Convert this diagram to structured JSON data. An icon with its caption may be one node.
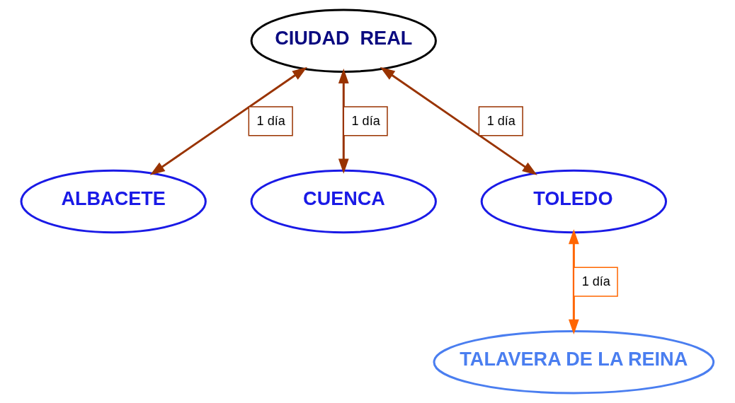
{
  "diagram": {
    "nodes": [
      {
        "text": [
          "CIUDAD  REAL"
        ]
      },
      {
        "text": [
          "ALBACETE"
        ]
      },
      {
        "text": [
          "CUENCA"
        ]
      },
      {
        "text": [
          "TOLEDO"
        ]
      },
      {
        "text": [
          "TALAVERA DE LA REINA"
        ]
      }
    ],
    "edges": [
      {
        "from": 0,
        "to": 1,
        "arrow": "both",
        "label": "1 día"
      },
      {
        "from": 0,
        "to": 2,
        "arrow": "both",
        "label": "1 día"
      },
      {
        "from": 0,
        "to": 3,
        "arrow": "both",
        "label": "1 día"
      },
      {
        "from": 3,
        "to": 4,
        "arrow": "both",
        "label": "1 día",
        "color": "#ff6600"
      }
    ]
  }
}
